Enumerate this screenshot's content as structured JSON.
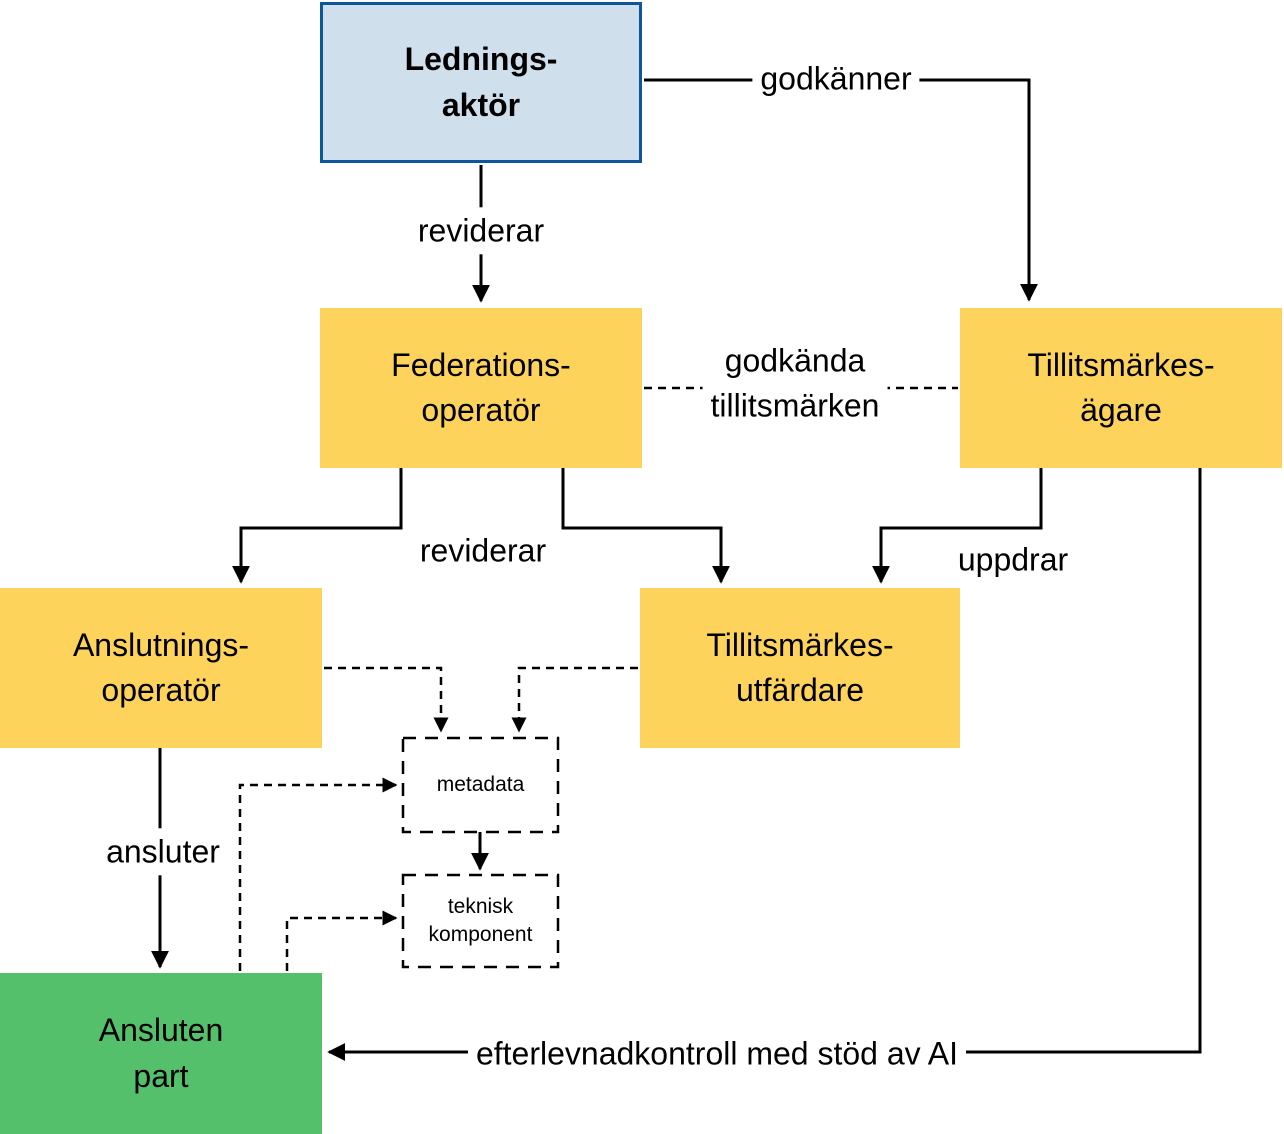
{
  "diagram": {
    "title": "federation-trust-model-diagram",
    "nodes": {
      "ledningsaktor": {
        "label": "Lednings-\naktör"
      },
      "federationsoperator": {
        "label": "Federations-\noperatör"
      },
      "tillitsmarkesagare": {
        "label": "Tillitsmärkes-\nägare"
      },
      "anslutningsoperator": {
        "label": "Anslutnings-\noperatör"
      },
      "tillitsmarkesutfardare": {
        "label": "Tillitsmärkes-\nutfärdare"
      },
      "metadata": {
        "label": "metadata"
      },
      "teknisk_komponent": {
        "label": "teknisk\nkomponent"
      },
      "ansluten_part": {
        "label": "Ansluten\npart"
      }
    },
    "edge_labels": {
      "godkanner": "godkänner",
      "reviderar_top": "reviderar",
      "godkanda_tillitsmarken": "godkända\ntillitsmärken",
      "reviderar_mid": "reviderar",
      "uppdrar": "uppdrar",
      "ansluter": "ansluter",
      "efterlevnadkontroll": "efterlevnadkontroll med stöd av AI"
    },
    "colors": {
      "governance_fill": "#cfdfec",
      "governance_border": "#0d5699",
      "operator_fill": "#fdd35b",
      "member_fill": "#55c06b",
      "line": "#000000"
    }
  }
}
